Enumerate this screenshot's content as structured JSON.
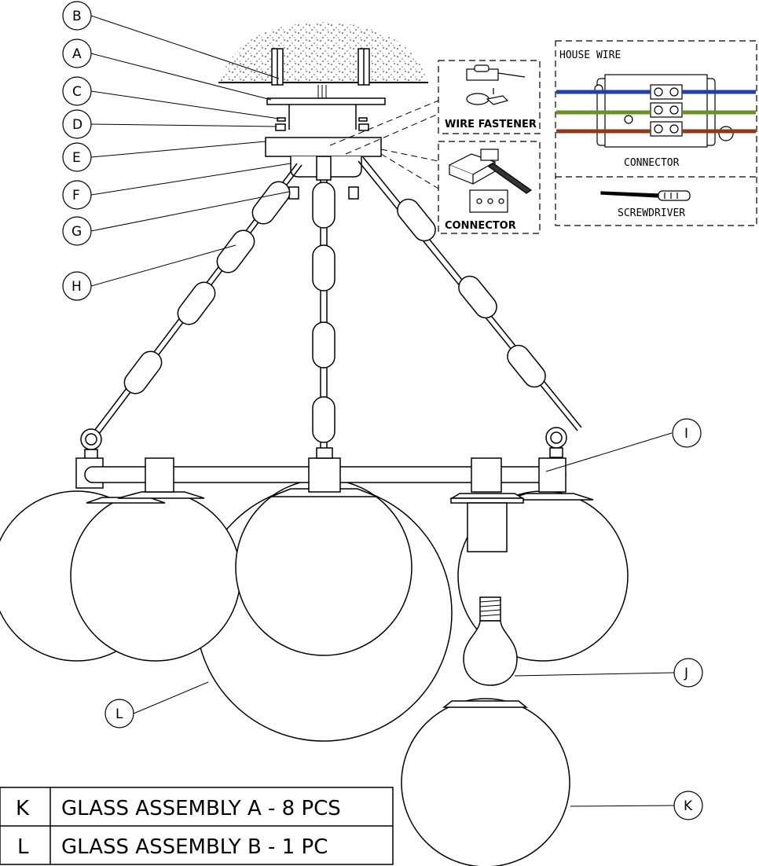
{
  "callouts": {
    "A": "A",
    "B": "B",
    "C": "C",
    "D": "D",
    "E": "E",
    "F": "F",
    "G": "G",
    "H": "H",
    "I": "I",
    "J": "J",
    "K": "K",
    "L": "L"
  },
  "insets": {
    "wire_fastener": "WIRE FASTENER",
    "connector": "CONNECTOR",
    "house_wire": "HOUSE WIRE",
    "house_connector": "CONNECTOR",
    "screwdriver": "SCREWDRIVER"
  },
  "parts_table": {
    "rows": [
      {
        "letter": "K",
        "desc": "GLASS ASSEMBLY A - 8 PCS"
      },
      {
        "letter": "L",
        "desc": "GLASS ASSEMBLY B - 1 PC"
      }
    ]
  },
  "colors": {
    "wire_blue": "#1f3fae",
    "wire_green": "#6b8f2a",
    "wire_brown": "#8a3a1e",
    "line": "#000000"
  }
}
